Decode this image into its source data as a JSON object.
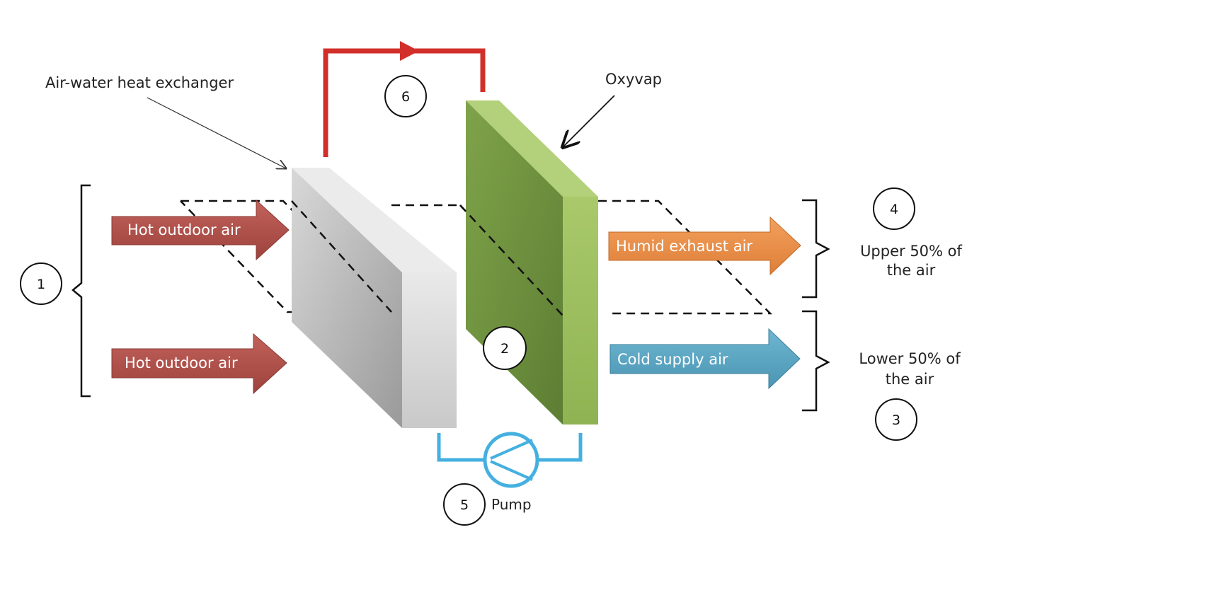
{
  "labels": {
    "heat_exchanger": "Air-water heat exchanger",
    "oxyvap": "Oxyvap",
    "hot_air_top": "Hot outdoor air",
    "hot_air_bottom": "Hot outdoor air",
    "humid_exhaust": "Humid exhaust air",
    "cold_supply": "Cold supply air",
    "upper_line1": "Upper 50% of",
    "upper_line2": "the air",
    "lower_line1": "Lower 50% of",
    "lower_line2": "the air",
    "pump": "Pump"
  },
  "markers": {
    "m1": "1",
    "m2": "2",
    "m3": "3",
    "m4": "4",
    "m5": "5",
    "m6": "6"
  },
  "colors": {
    "hot_arrow": "#b5524c",
    "exhaust_arrow": "#e8904a",
    "supply_arrow": "#5aa5c3",
    "water_loop": "#d32f2a",
    "pump_loop": "#45b0e0",
    "oxyvap_green": "#7a9e44",
    "exchanger_grey": "#cfcfcf"
  }
}
